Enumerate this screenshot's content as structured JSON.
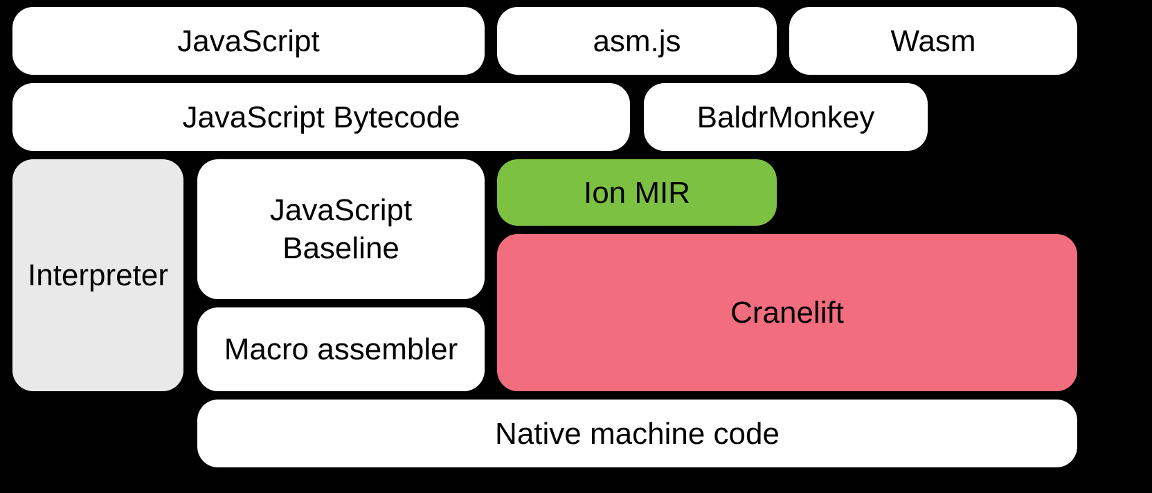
{
  "diagram": {
    "colors": {
      "background": "#000000",
      "box_default": "#ffffff",
      "interpreter_fill": "#e9e9e9",
      "ion_mir_fill": "#7cc142",
      "cranelift_fill": "#f26d7e",
      "text": "#000000"
    },
    "boxes": {
      "javascript": {
        "label": "JavaScript"
      },
      "asm_js": {
        "label": "asm.js"
      },
      "wasm": {
        "label": "Wasm"
      },
      "javascript_bytecode": {
        "label": "JavaScript Bytecode"
      },
      "baldrmonkey": {
        "label": "BaldrMonkey"
      },
      "interpreter": {
        "label": "Interpreter"
      },
      "javascript_baseline": {
        "label": "JavaScript Baseline"
      },
      "ion_mir": {
        "label": "Ion MIR"
      },
      "cranelift": {
        "label": "Cranelift"
      },
      "macro_assembler": {
        "label": "Macro assembler"
      },
      "native_machine_code": {
        "label": "Native machine code"
      }
    }
  }
}
